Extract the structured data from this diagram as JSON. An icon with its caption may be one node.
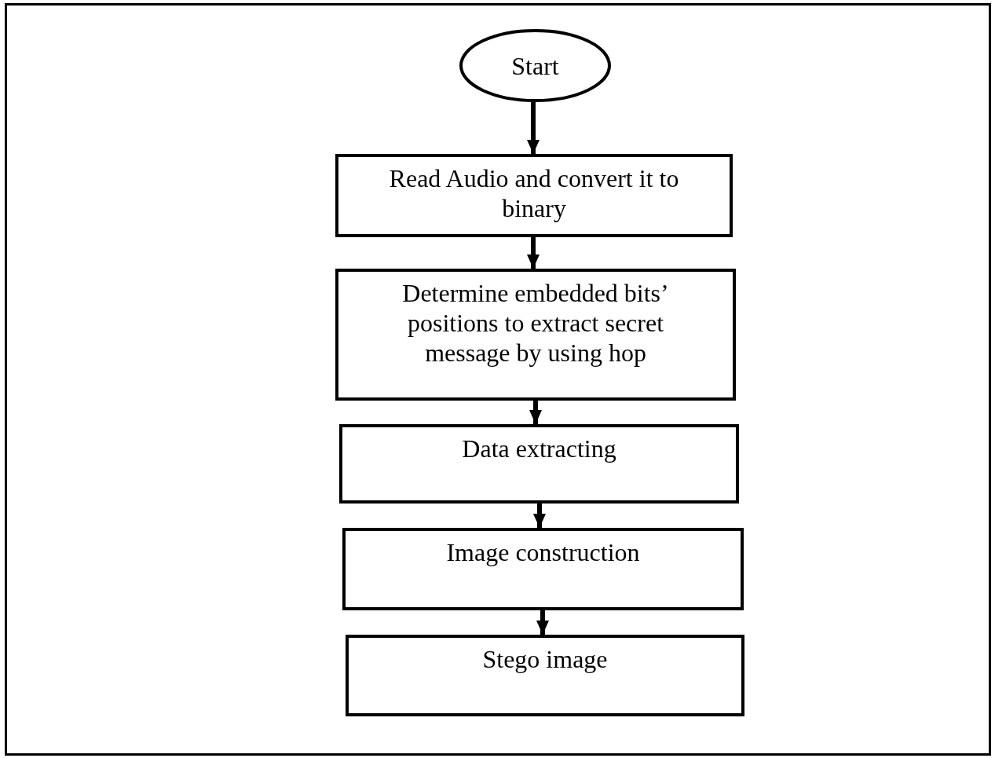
{
  "diagram": {
    "nodes": [
      {
        "text": [
          "Start"
        ]
      },
      {
        "text": [
          "Read Audio and convert it to binary"
        ]
      },
      {
        "text": [
          "Determine embedded bits’ positions to extract secret message by using hop"
        ]
      },
      {
        "text": [
          "Data extracting"
        ]
      },
      {
        "text": [
          "Image construction"
        ]
      },
      {
        "text": [
          "Stego image"
        ]
      }
    ],
    "edges": [
      {
        "from": 0,
        "to": 1,
        "arrow": "to"
      },
      {
        "from": 1,
        "to": 2,
        "arrow": "to"
      },
      {
        "from": 2,
        "to": 3,
        "arrow": "to"
      },
      {
        "from": 3,
        "to": 4,
        "arrow": "to"
      },
      {
        "from": 4,
        "to": 5,
        "arrow": "to"
      }
    ]
  }
}
